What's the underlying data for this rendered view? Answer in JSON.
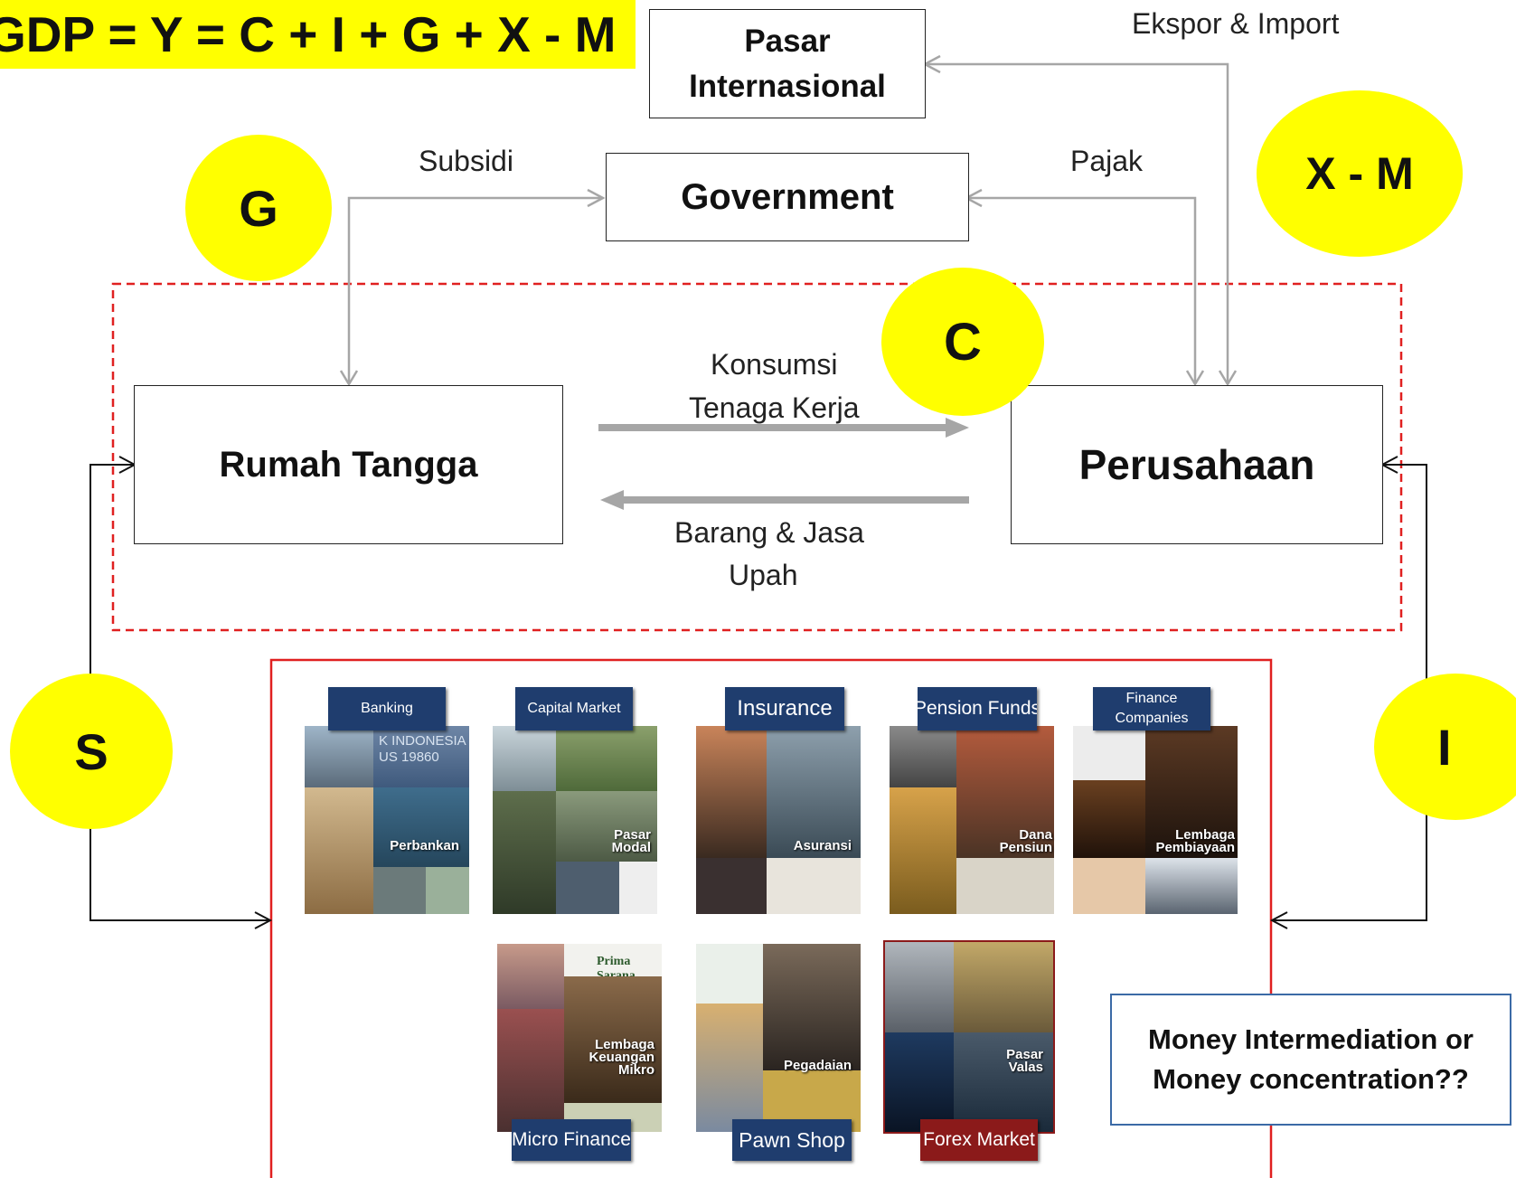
{
  "formula": "GDP = Y = C + I + G + X - M",
  "boxes": {
    "pasar_internasional": "Pasar Internasional",
    "government": "Government",
    "rumah_tangga": "Rumah Tangga",
    "perusahaan": "Perusahaan"
  },
  "flows": {
    "ekspor_import": "Ekspor & Import",
    "subsidi": "Subsidi",
    "pajak": "Pajak",
    "konsumsi": "Konsumsi",
    "tenaga_kerja": "Tenaga Kerja",
    "barang_jasa": "Barang & Jasa",
    "upah": "Upah"
  },
  "circles": {
    "g": "G",
    "x_m": "X - M",
    "c": "C",
    "s": "S",
    "i": "I"
  },
  "institutions": [
    {
      "title": "Banking",
      "caption": "Perbankan",
      "color": "#1f3d6e"
    },
    {
      "title": "Capital Market",
      "caption": "Pasar Modal",
      "color": "#1f3d6e"
    },
    {
      "title": "Insurance",
      "caption": "Asuransi",
      "color": "#1f3d6e"
    },
    {
      "title": "Pension Funds",
      "caption": "Dana Pensiun",
      "color": "#1f3d6e"
    },
    {
      "title": "Finance Companies",
      "caption": "Lembaga Pembiayaan",
      "color": "#1f3d6e"
    },
    {
      "title": "Micro Finance",
      "caption": "Lembaga Keuangan Mikro",
      "color": "#1f3d6e"
    },
    {
      "title": "Pawn Shop",
      "caption": "Pegadaian",
      "color": "#1f3d6e"
    },
    {
      "title": "Forex Market",
      "caption": "Pasar Valas",
      "color": "#8b1a1a"
    }
  ],
  "photo_text": {
    "banking_sign": "K INDONESIA",
    "banking_year": "US 19860",
    "micro_shop": "Prima Sarana"
  },
  "question": "Money Intermediation or Money concentration??",
  "colors": {
    "highlight": "#ffff00",
    "dashed_region": "#e02020",
    "financial_region": "#e02020",
    "flow_arrow": "#a6a6a6",
    "title_bar": "#1f3d6e",
    "question_border": "#3b6aa6"
  }
}
